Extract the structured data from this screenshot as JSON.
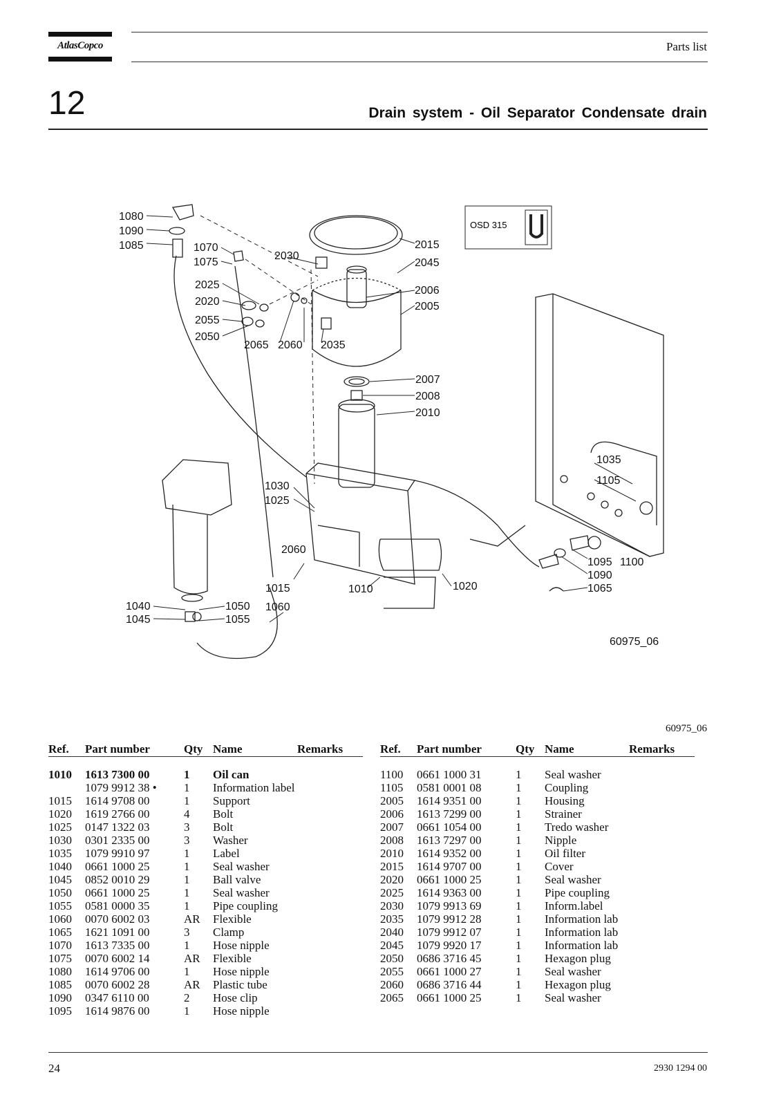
{
  "header": {
    "brand": "AtlasCopco",
    "section_label": "Parts list",
    "section_number": "12",
    "title": "Drain system - Oil Separator Condensate drain"
  },
  "diagram": {
    "figure_id": "60975_06",
    "callouts": [
      "1080",
      "1090",
      "1085",
      "1070",
      "1075",
      "2030",
      "2015",
      "2045",
      "2025",
      "2020",
      "2006",
      "2005",
      "2055",
      "2050",
      "2065",
      "2060",
      "2035",
      "2007",
      "2008",
      "2010",
      "1035",
      "1105",
      "1030",
      "1025",
      "2060",
      "1095",
      "1100",
      "1090",
      "1065",
      "1040",
      "1045",
      "1050",
      "1055",
      "1015",
      "1060",
      "1010",
      "1020"
    ],
    "label_text": "OSD 315"
  },
  "figure_ref": "60975_06",
  "table_headers": {
    "ref": "Ref.",
    "part_number": "Part number",
    "qty": "Qty",
    "name": "Name",
    "remarks": "Remarks"
  },
  "parts_left": [
    {
      "ref": "1010",
      "pn": "1613 7300 00",
      "qty": "1",
      "name": "Oil can",
      "bold": true
    },
    {
      "ref": "",
      "pn": "1079 9912 38 •",
      "qty": "1",
      "name": "Information label"
    },
    {
      "ref": "1015",
      "pn": "1614 9708 00",
      "qty": "1",
      "name": "Support"
    },
    {
      "ref": "1020",
      "pn": "1619 2766 00",
      "qty": "4",
      "name": "Bolt"
    },
    {
      "ref": "1025",
      "pn": "0147 1322 03",
      "qty": "3",
      "name": "Bolt"
    },
    {
      "ref": "1030",
      "pn": "0301 2335 00",
      "qty": "3",
      "name": "Washer"
    },
    {
      "ref": "1035",
      "pn": "1079 9910 97",
      "qty": "1",
      "name": "Label"
    },
    {
      "ref": "1040",
      "pn": "0661 1000 25",
      "qty": "1",
      "name": "Seal washer"
    },
    {
      "ref": "1045",
      "pn": "0852 0010 29",
      "qty": "1",
      "name": "Ball valve"
    },
    {
      "ref": "1050",
      "pn": "0661 1000 25",
      "qty": "1",
      "name": "Seal washer"
    },
    {
      "ref": "1055",
      "pn": "0581 0000 35",
      "qty": "1",
      "name": "Pipe coupling"
    },
    {
      "ref": "1060",
      "pn": "0070 6002 03",
      "qty": "AR",
      "name": "Flexible"
    },
    {
      "ref": "1065",
      "pn": "1621 1091 00",
      "qty": "3",
      "name": "Clamp"
    },
    {
      "ref": "1070",
      "pn": "1613 7335 00",
      "qty": "1",
      "name": "Hose nipple"
    },
    {
      "ref": "1075",
      "pn": "0070 6002 14",
      "qty": "AR",
      "name": "Flexible"
    },
    {
      "ref": "1080",
      "pn": "1614 9706 00",
      "qty": "1",
      "name": "Hose nipple"
    },
    {
      "ref": "1085",
      "pn": "0070 6002 28",
      "qty": "AR",
      "name": "Plastic tube"
    },
    {
      "ref": "1090",
      "pn": "0347 6110 00",
      "qty": "2",
      "name": "Hose clip"
    },
    {
      "ref": "1095",
      "pn": "1614 9876 00",
      "qty": "1",
      "name": "Hose nipple"
    }
  ],
  "parts_right": [
    {
      "ref": "1100",
      "pn": "0661 1000 31",
      "qty": "1",
      "name": "Seal washer"
    },
    {
      "ref": "1105",
      "pn": "0581 0001 08",
      "qty": "1",
      "name": "Coupling"
    },
    {
      "ref": "2005",
      "pn": "1614 9351 00",
      "qty": "1",
      "name": "Housing"
    },
    {
      "ref": "2006",
      "pn": "1613 7299 00",
      "qty": "1",
      "name": "Strainer"
    },
    {
      "ref": "2007",
      "pn": "0661 1054 00",
      "qty": "1",
      "name": "Tredo washer"
    },
    {
      "ref": "2008",
      "pn": "1613 7297 00",
      "qty": "1",
      "name": "Nipple"
    },
    {
      "ref": "2010",
      "pn": "1614 9352 00",
      "qty": "1",
      "name": "Oil filter"
    },
    {
      "ref": "2015",
      "pn": "1614 9707 00",
      "qty": "1",
      "name": "Cover"
    },
    {
      "ref": "2020",
      "pn": "0661 1000 25",
      "qty": "1",
      "name": "Seal washer"
    },
    {
      "ref": "2025",
      "pn": "1614 9363 00",
      "qty": "1",
      "name": "Pipe coupling"
    },
    {
      "ref": "2030",
      "pn": "1079 9913 69",
      "qty": "1",
      "name": "Inform.label"
    },
    {
      "ref": "2035",
      "pn": "1079 9912 28",
      "qty": "1",
      "name": "Information lab"
    },
    {
      "ref": "2040",
      "pn": "1079 9912 07",
      "qty": "1",
      "name": "Information lab"
    },
    {
      "ref": "2045",
      "pn": "1079 9920 17",
      "qty": "1",
      "name": "Information lab"
    },
    {
      "ref": "2050",
      "pn": "0686 3716 45",
      "qty": "1",
      "name": "Hexagon plug"
    },
    {
      "ref": "2055",
      "pn": "0661 1000 27",
      "qty": "1",
      "name": "Seal washer"
    },
    {
      "ref": "2060",
      "pn": "0686 3716 44",
      "qty": "1",
      "name": "Hexagon plug"
    },
    {
      "ref": "2065",
      "pn": "0661 1000 25",
      "qty": "1",
      "name": "Seal washer"
    }
  ],
  "footer": {
    "page": "24",
    "doc_number": "2930 1294 00"
  }
}
